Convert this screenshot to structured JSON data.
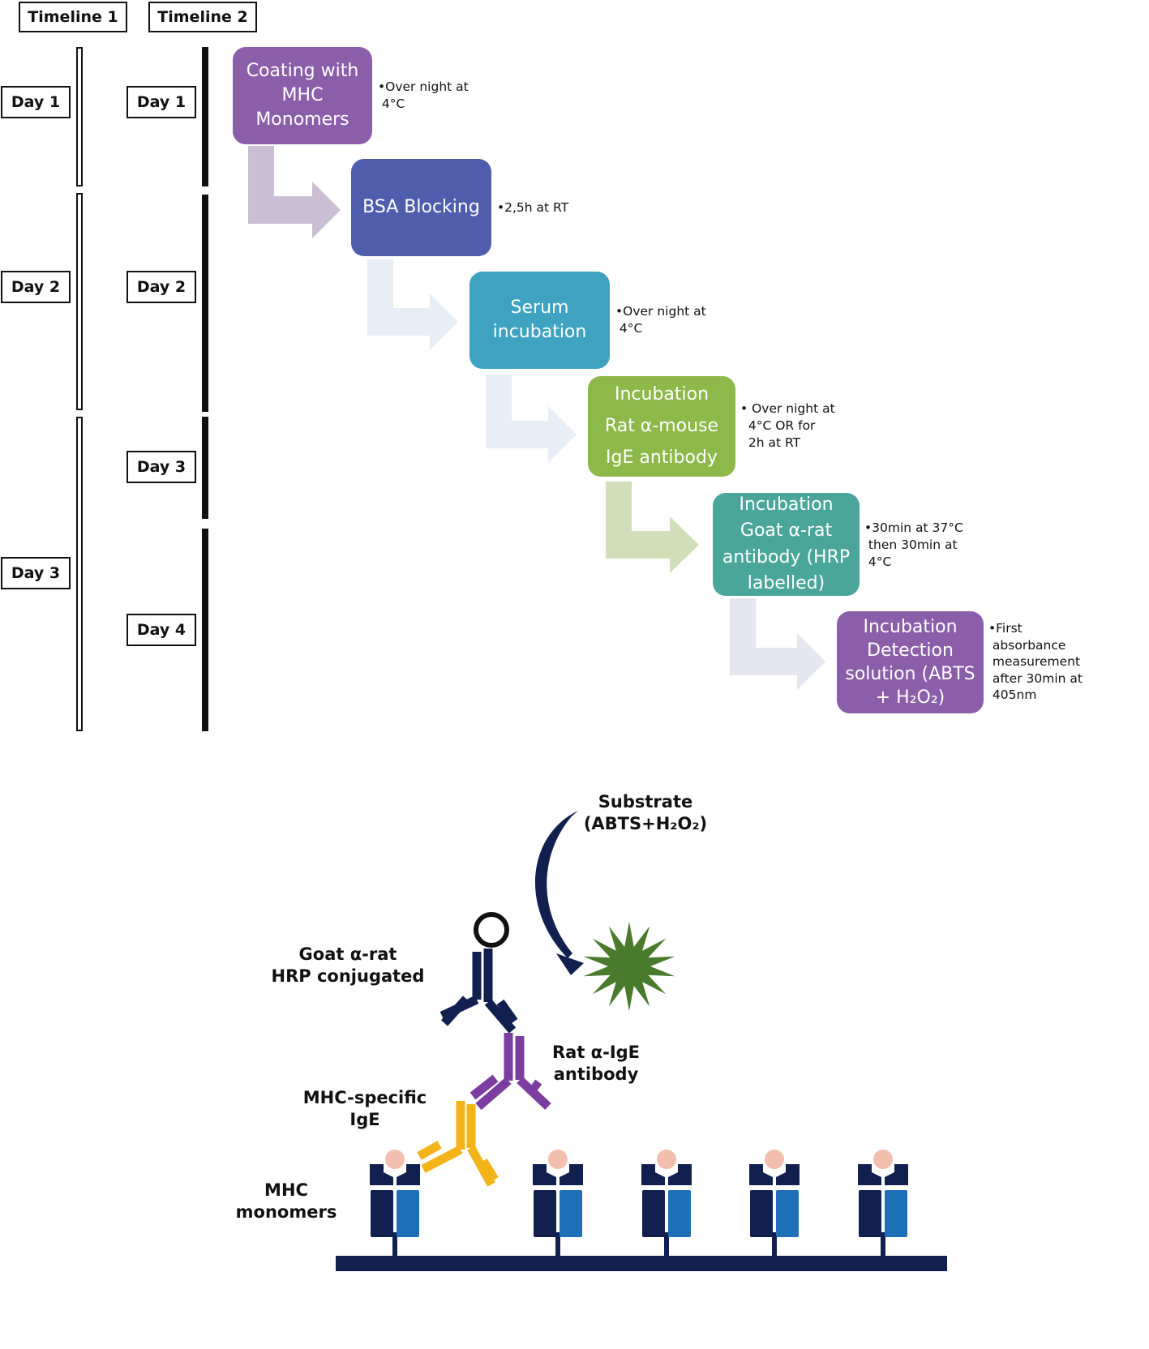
{
  "timeline_headers": [
    "Timeline 1",
    "Timeline 2"
  ],
  "timeline1_days": [
    "Day 1",
    "Day 2",
    "Day 3"
  ],
  "timeline2_days": [
    "Day 1",
    "Day 2",
    "Day 3",
    "Day 4"
  ],
  "steps": [
    {
      "lines": [
        "Coating with",
        "MHC",
        "Monomers"
      ],
      "color": "#8a5ea8",
      "note": [
        "•Over night at",
        " 4°C"
      ]
    },
    {
      "lines": [
        "BSA Blocking"
      ],
      "color": "#4f5eac",
      "note": [
        "•2,5h at RT"
      ]
    },
    {
      "lines": [
        "Serum",
        "incubation"
      ],
      "color": "#3ea2c0",
      "note": [
        "•Over night at",
        " 4°C"
      ]
    },
    {
      "lines": [
        "Incubation",
        "Rat α-mouse",
        "IgE antibody"
      ],
      "color": "#8db84a",
      "note": [
        "• Over night at",
        "  4°C OR for",
        "  2h at RT"
      ]
    },
    {
      "lines": [
        "Incubation",
        "Goat α-rat",
        "antibody (HRP",
        "labelled)"
      ],
      "color": "#4aa69a",
      "note": [
        "•30min at 37°C",
        " then 30min at",
        " 4°C"
      ]
    },
    {
      "lines": [
        "Incubation",
        "Detection",
        "solution (ABTS",
        "+ H₂O₂)"
      ],
      "color": "#8a5ea8",
      "note": [
        "•First",
        " absorbance",
        " measurement",
        " after 30min at",
        " 405nm"
      ]
    }
  ],
  "arrow_colors": [
    "#cbbfd6",
    "#e8eef6",
    "#e8eef6",
    "#d1deb8",
    "#e6e6f0"
  ],
  "diagram": {
    "substrate_line1": "Substrate",
    "substrate_line2": "(ABTS+H₂O₂)",
    "goat_line1": "Goat α-rat",
    "goat_line2": "HRP conjugated",
    "rat_line1": "Rat α-IgE",
    "rat_line2": "antibody",
    "ige_line1": "MHC-specific",
    "ige_line2": "IgE",
    "mhc_line1": "MHC",
    "mhc_line2": "monomers"
  },
  "colors": {
    "navy": "#12204f",
    "blue": "#1d6fb8",
    "purple": "#7b3ea0",
    "yellow": "#f2b418",
    "green": "#4a7a2c",
    "peptide": "#f2bfae"
  }
}
